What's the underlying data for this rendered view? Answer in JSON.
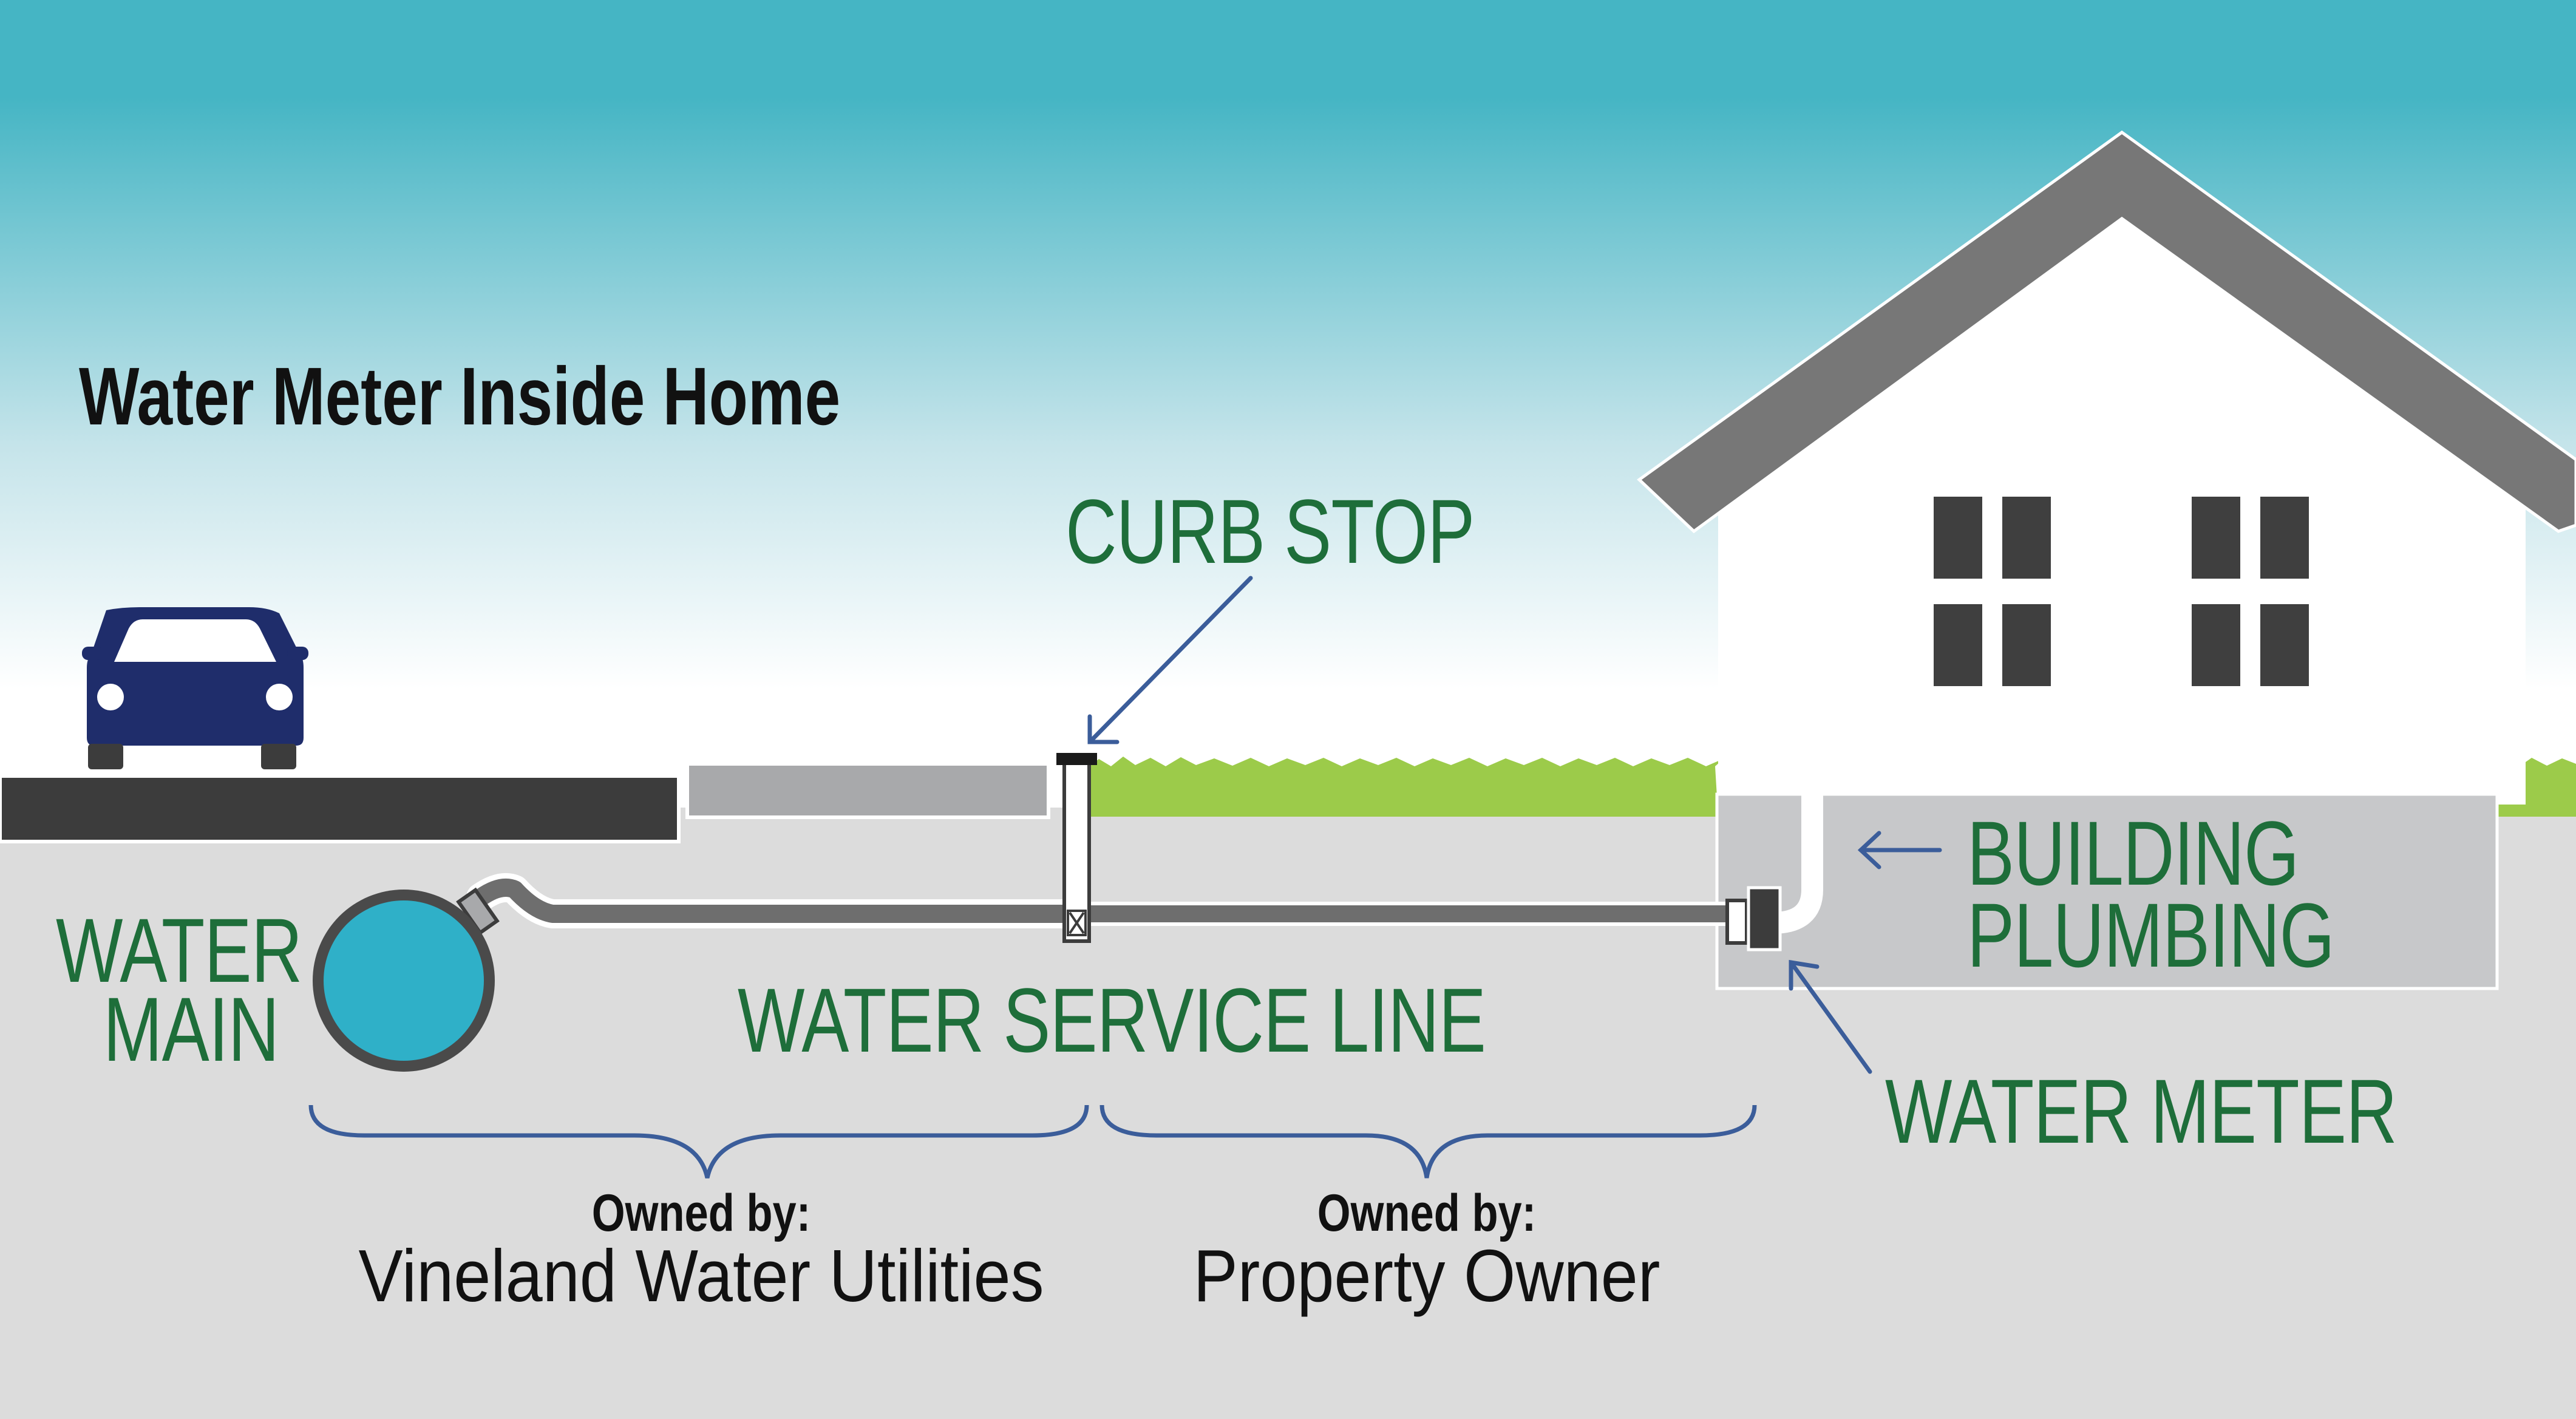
{
  "title": "Water Meter Inside Home",
  "labels": {
    "curb_stop": "CURB STOP",
    "water_main_line1": "WATER",
    "water_main_line2": "MAIN",
    "water_service_line": "WATER SERVICE LINE",
    "building_plumbing_line1": "BUILDING",
    "building_plumbing_line2": "PLUMBING",
    "water_meter": "WATER METER"
  },
  "ownership": [
    {
      "heading": "Owned by:",
      "owner": "Vineland Water Utilities"
    },
    {
      "heading": "Owned by:",
      "owner": "Property Owner"
    }
  ],
  "colors": {
    "sky_top": "#45b5c4",
    "sky_bottom": "#ffffff",
    "ground": "#dcdcdc",
    "road": "#3c3c3c",
    "sidewalk": "#a8a9ab",
    "grass": "#9ccb4a",
    "roof": "#777777",
    "house": "#ffffff",
    "window": "#3f3f3f",
    "car": "#1f2d6b",
    "water_main": "#2fb0c8",
    "pipe": "#6e6e6e",
    "label_green": "#1e6e3a",
    "arrow_blue": "#3b5d9a",
    "basement": "#c7c8ca"
  }
}
